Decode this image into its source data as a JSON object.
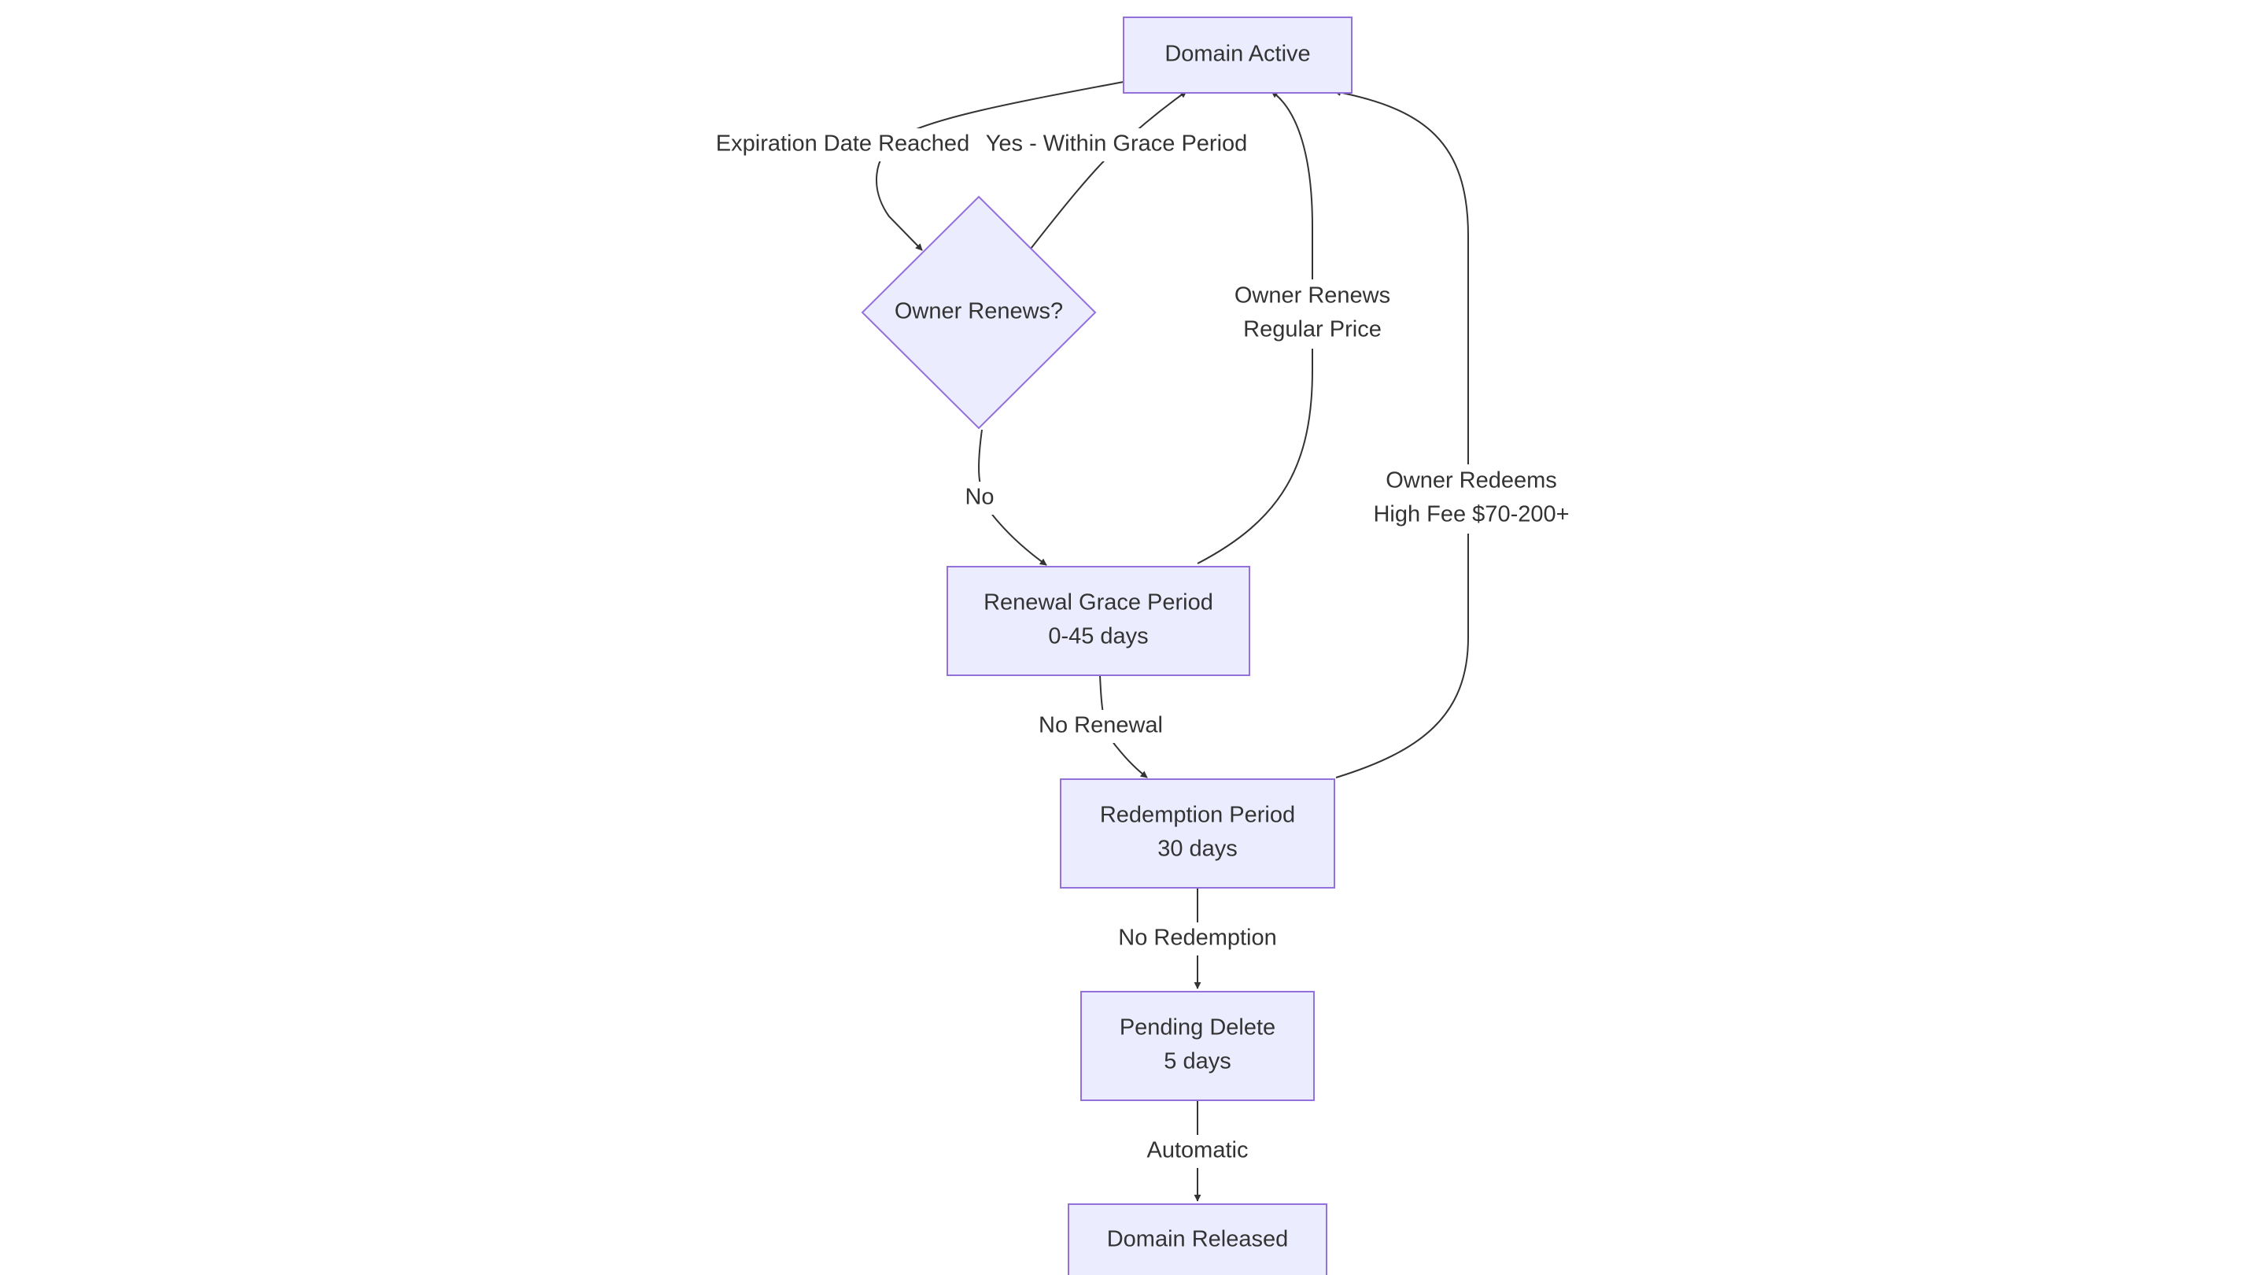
{
  "diagram": {
    "nodes": {
      "domain_active": "Domain Active",
      "owner_renews": "Owner Renews?",
      "grace_period": {
        "line1": "Renewal Grace Period",
        "line2": "0-45 days"
      },
      "redemption_period": {
        "line1": "Redemption Period",
        "line2": "30 days"
      },
      "pending_delete": {
        "line1": "Pending Delete",
        "line2": "5 days"
      },
      "domain_released": "Domain Released"
    },
    "edges": {
      "expiration": "Expiration Date Reached",
      "yes_within_grace": "Yes - Within Grace Period",
      "no": "No",
      "owner_renews_regular": {
        "line1": "Owner Renews",
        "line2": "Regular Price"
      },
      "no_renewal": "No Renewal",
      "owner_redeems": {
        "line1": "Owner Redeems",
        "line2": "High Fee $70-200+"
      },
      "no_redemption": "No Redemption",
      "automatic": "Automatic"
    },
    "colors": {
      "node_fill": "#ECECFF",
      "node_stroke": "#9370DB",
      "edge": "#333333",
      "text": "#333333"
    }
  }
}
